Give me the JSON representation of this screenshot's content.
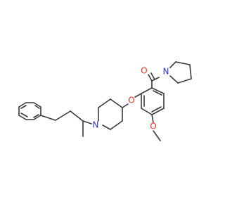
{
  "atom_labels": {
    "carbonyl_oxygen": "O",
    "pyrrolidine_nitrogen": "N",
    "ether_oxygen": "O",
    "piperidine_nitrogen": "N",
    "methoxy_oxygen": "O"
  },
  "colors": {
    "bond": "#3a3a3a",
    "oxygen": "#e8331e",
    "nitrogen": "#2a34d8",
    "background": "#ffffff"
  }
}
